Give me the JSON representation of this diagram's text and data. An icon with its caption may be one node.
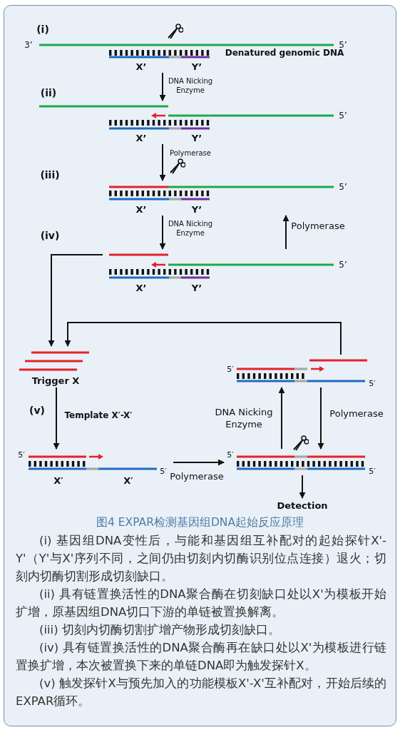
{
  "diagram": {
    "caption": "图4 EXPAR检测基因组DNA起始反应原理",
    "nodes": [
      {
        "text": [
          "Denatured genomic DNA"
        ],
        "beside": [
          "3’",
          "5’",
          "X’",
          "Y’"
        ]
      },
      {
        "text": [],
        "shape": "picture",
        "beside": [
          "5’",
          "X’",
          "Y’"
        ]
      },
      {
        "text": [],
        "shape": "picture",
        "beside": [
          "5’",
          "X’",
          "Y’"
        ]
      },
      {
        "text": [],
        "shape": "picture",
        "beside": [
          "5’",
          "X’",
          "Y’"
        ]
      },
      {
        "text": [
          "Trigger X"
        ]
      },
      {
        "text": [],
        "shape": "picture",
        "beside": [
          "5′",
          "5′",
          "X′",
          "X′"
        ]
      },
      {
        "text": [],
        "shape": "picture",
        "beside": [
          "5′",
          "5′"
        ]
      },
      {
        "text": [],
        "shape": "picture",
        "beside": [
          "5′",
          "5′"
        ]
      },
      {
        "text": [
          "Detection"
        ]
      }
    ],
    "edges": [
      {
        "from": 0,
        "to": 1,
        "arrow": "to",
        "label": "DNA Nicking Enzyme"
      },
      {
        "from": 1,
        "to": 2,
        "arrow": "to",
        "label": "Polymerase"
      },
      {
        "from": 2,
        "to": 3,
        "arrow": "to",
        "label": "DNA Nicking Enzyme"
      },
      {
        "from": 3,
        "to": 2,
        "arrow": "to",
        "label": "Polymerase"
      },
      {
        "from": 3,
        "to": 4,
        "arrow": "to"
      },
      {
        "from": 7,
        "to": 4,
        "arrow": "to"
      },
      {
        "from": 4,
        "to": 5,
        "arrow": "to",
        "label": "Template X′-X′"
      },
      {
        "from": 5,
        "to": 6,
        "arrow": "to",
        "label": "Polymerase"
      },
      {
        "from": 6,
        "to": 7,
        "arrow": "to",
        "label": "DNA Nicking Enzyme"
      },
      {
        "from": 7,
        "to": 6,
        "arrow": "to",
        "label": "Polymerase"
      },
      {
        "from": 6,
        "to": 8,
        "arrow": "to"
      }
    ],
    "labels": [
      "(i)",
      "(ii)",
      "(iii)",
      "(iv)",
      "(v)",
      "(i) 基因组DNA变性后，与能和基因组互补配对的起始探针X'-Y'（Y'与X'序列不同，之间仍由切刻内切酶识别位点连接）退火；切刻内切酶切割形成切刻缺口。",
      "(ii) 具有链置换活性的DNA聚合酶在切刻缺口处以X'为模板开始扩增，原基因组DNA切口下游的单链被置换解离。",
      "(iii) 切刻内切酶切割扩增产物形成切刻缺口。",
      "(iv) 具有链置换活性的DNA聚合酶再在缺口处以X'为模板进行链置换扩增，本次被置换下来的单链DNA即为触发探针X。",
      "(v) 触发探针X与预先加入的功能模板X'-X'互补配对，开始后续的EXPAR循环。"
    ]
  }
}
